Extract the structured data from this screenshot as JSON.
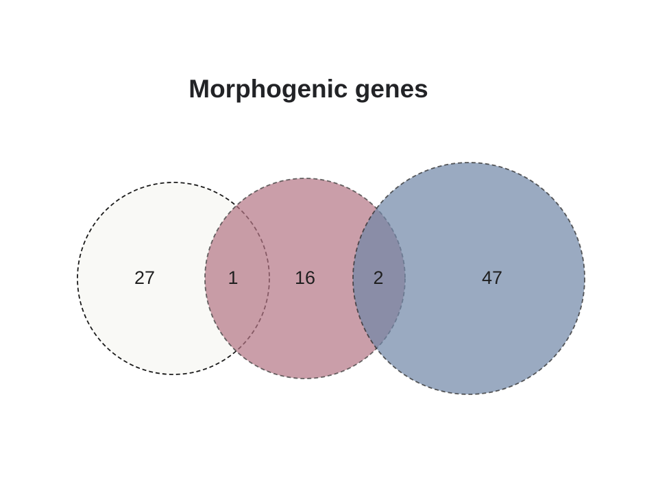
{
  "title": "Morphogenic genes",
  "colors": {
    "set_1_fill": "#f6f6f2",
    "set_2_fill": "#b37584",
    "set_3_fill": "#6f86a6",
    "outline": "#1a1a1a",
    "text": "#222326"
  },
  "regions": {
    "set_1_only": "27",
    "set_1_and_2": "1",
    "set_2_only": "16",
    "set_2_and_3": "2",
    "set_3_only": "47"
  }
}
